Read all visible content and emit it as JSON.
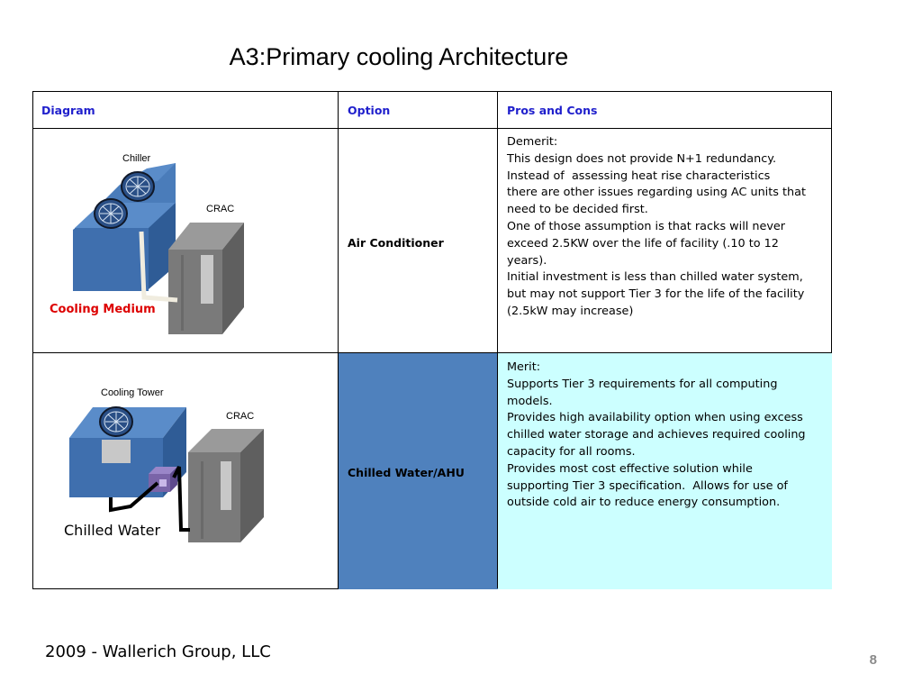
{
  "slide": {
    "title": "A3:Primary cooling Architecture",
    "footer": "2009 - Wallerich Group, LLC",
    "page_number": "8"
  },
  "table": {
    "headers": [
      "Diagram",
      "Option",
      "Pros and Cons"
    ],
    "rows": [
      {
        "diagram_labels": {
          "unit_top": "Chiller",
          "unit_side": "CRAC",
          "medium": "Cooling Medium"
        },
        "option": "Air Conditioner",
        "pros_cons": "Demerit:\nThis design does not provide N+1 redundancy.\nInstead of  assessing heat rise characteristics\nthere are other issues regarding using AC units that\nneed to be decided first.\nOne of those assumption is that racks will never\nexceed 2.5KW over the life of facility (.10 to 12\nyears).\nInitial investment is less than chilled water system,\nbut may not support Tier 3 for the life of the facility\n(2.5kW may increase)"
      },
      {
        "diagram_labels": {
          "unit_top": "Cooling Tower",
          "unit_side": "CRAC",
          "medium": "Chilled Water"
        },
        "option": "Chilled Water/AHU",
        "pros_cons": "Merit:\nSupports Tier 3 requirements for all computing\nmodels.\nProvides high availability option when using excess\nchilled water storage and achieves required cooling\ncapacity for all rooms.\nProvides most cost effective solution while\nsupporting Tier 3 specification.  Allows for use of\noutside cold air to reduce energy consumption."
      }
    ]
  },
  "colors": {
    "header_text": "#1f1fcc",
    "option_highlight": "#4f81bd",
    "pros_highlight": "#ccffff",
    "unit_blue": "#3f6fae",
    "unit_gray": "#777777",
    "cooling_medium_label": "#dd0000"
  },
  "icons": [
    "fan-icon",
    "chiller-unit",
    "crac-unit",
    "cooling-tower-unit",
    "pump-unit"
  ]
}
